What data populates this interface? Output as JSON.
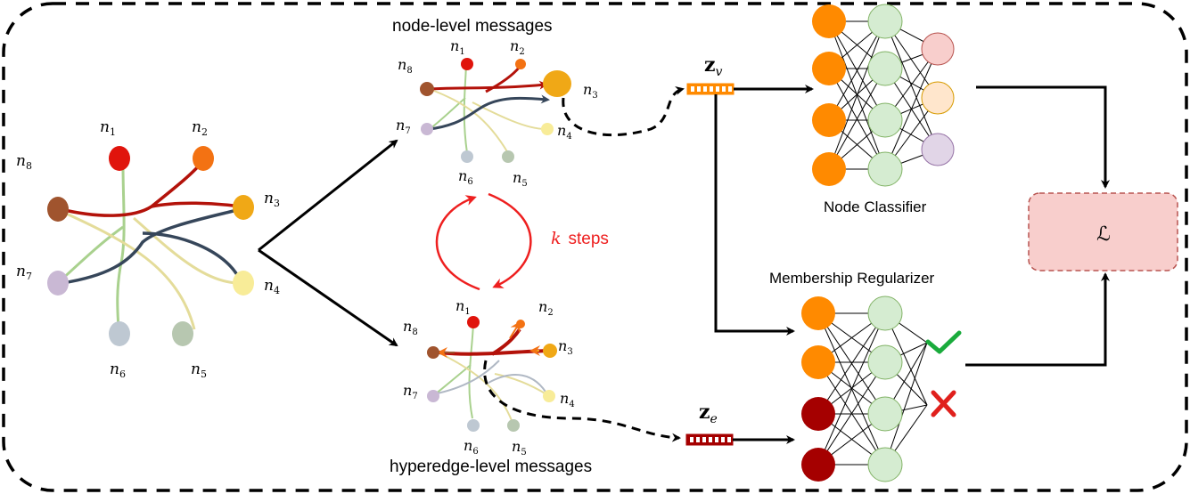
{
  "labels": {
    "node_level_messages": "node-level messages",
    "hyperedge_level_messages": "hyperedge-level messages",
    "k_steps_var": "k",
    "k_steps_word": "steps",
    "node_classifier": "Node Classifier",
    "membership_regularizer": "Membership Regularizer",
    "loss_symbol": "ℒ",
    "zv_main": "z",
    "zv_sub": "v",
    "ze_main": "z",
    "ze_sub": "e"
  },
  "nodes": {
    "n1": {
      "letter": "n",
      "sub": "1",
      "color": "#e0140c"
    },
    "n2": {
      "letter": "n",
      "sub": "2",
      "color": "#f37213"
    },
    "n3": {
      "letter": "n",
      "sub": "3",
      "color": "#f0a816"
    },
    "n4": {
      "letter": "n",
      "sub": "4",
      "color": "#f8ec98"
    },
    "n5": {
      "letter": "n",
      "sub": "5",
      "color": "#b7c7b0"
    },
    "n6": {
      "letter": "n",
      "sub": "6",
      "color": "#bec8d2"
    },
    "n7": {
      "letter": "n",
      "sub": "7",
      "color": "#c9b8d4"
    },
    "n8": {
      "letter": "n",
      "sub": "8",
      "color": "#a0542e"
    }
  },
  "colors": {
    "edge_red": "#b3120a",
    "edge_dark": "#36465a",
    "edge_green": "#a9d18e",
    "edge_khaki": "#e4dc9a",
    "edge_gray": "#b0b8c4",
    "loop_red": "#ee1f1f",
    "orange_neuron": "#ff8a00",
    "darkred_neuron": "#a50000",
    "green_neuron": "#d5ecd1",
    "green_stroke": "#82b366",
    "out_pink": "#f8cecc",
    "out_peach": "#ffe6cc",
    "out_purple": "#e1d5e7",
    "loss_fill": "#f8cecc",
    "loss_stroke": "#b85450",
    "check": "#1aab3c",
    "cross": "#e0201c"
  },
  "outcomes": {
    "accept": "check-mark",
    "reject": "cross-mark"
  }
}
